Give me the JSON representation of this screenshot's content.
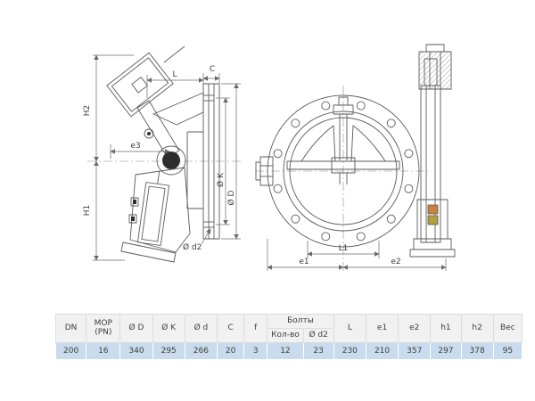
{
  "drawing": {
    "side": {
      "H2": "H2",
      "H1": "H1",
      "e3": "e3",
      "L": "L",
      "C": "C",
      "dK": "Ø K",
      "dD": "Ø D",
      "dd2": "Ø d2"
    },
    "front": {
      "L1": "L1",
      "e1": "e1",
      "e2": "e2"
    }
  },
  "table": {
    "headers": {
      "dn": "DN",
      "mop": "MOP",
      "pn": "(PN)",
      "dD": "Ø D",
      "dK": "Ø K",
      "dd": "Ø d",
      "c": "C",
      "f": "f",
      "bolts": "Болты",
      "bolts_count": "Кол-во",
      "bolts_d2": "Ø d2",
      "l": "L",
      "e1": "e1",
      "e2": "e2",
      "h1": "h1",
      "h2": "h2",
      "weight": "Вес"
    },
    "row": [
      "200",
      "16",
      "340",
      "295",
      "266",
      "20",
      "3",
      "12",
      "23",
      "230",
      "210",
      "357",
      "297",
      "378",
      "95"
    ]
  }
}
